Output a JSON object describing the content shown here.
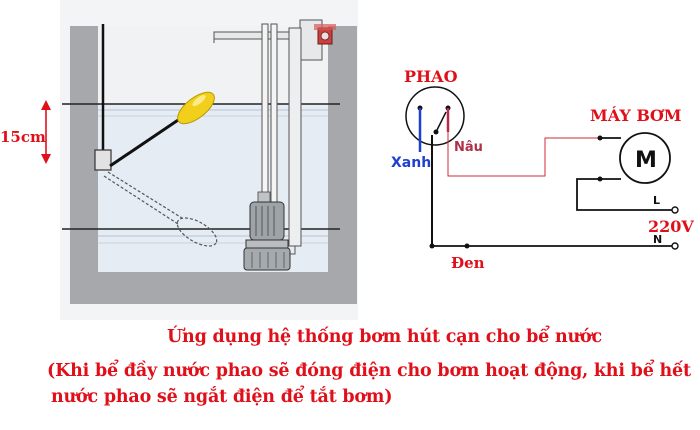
{
  "tank": {
    "level_label": "15cm"
  },
  "circuit": {
    "switch_label": "PHAO",
    "motor_label": "MÁY BƠM",
    "motor_symbol": "M",
    "wire_blue_label": "Xanh",
    "wire_brown_label": "Nâu",
    "wire_black_label": "Đen",
    "line_label": "L",
    "neutral_label": "N",
    "voltage_label": "220V"
  },
  "caption": {
    "line1": "Ứng dụng hệ thống bơm hút cạn cho bể nước",
    "line2": "(Khi bể đầy nước phao sẽ đóng điện cho bơm hoạt động, khi bể hết",
    "line3": "nước phao sẽ ngắt điện để tắt bơm)"
  },
  "colors": {
    "tank_gray": "#a7a8ac",
    "water_light": "#e4ebf3",
    "float_yellow": "#f2cf1a",
    "label_red": "#e0101a",
    "wire_blue": "#1f3fd0",
    "wire_brown": "#b0304a",
    "wire_black": "#111111"
  }
}
